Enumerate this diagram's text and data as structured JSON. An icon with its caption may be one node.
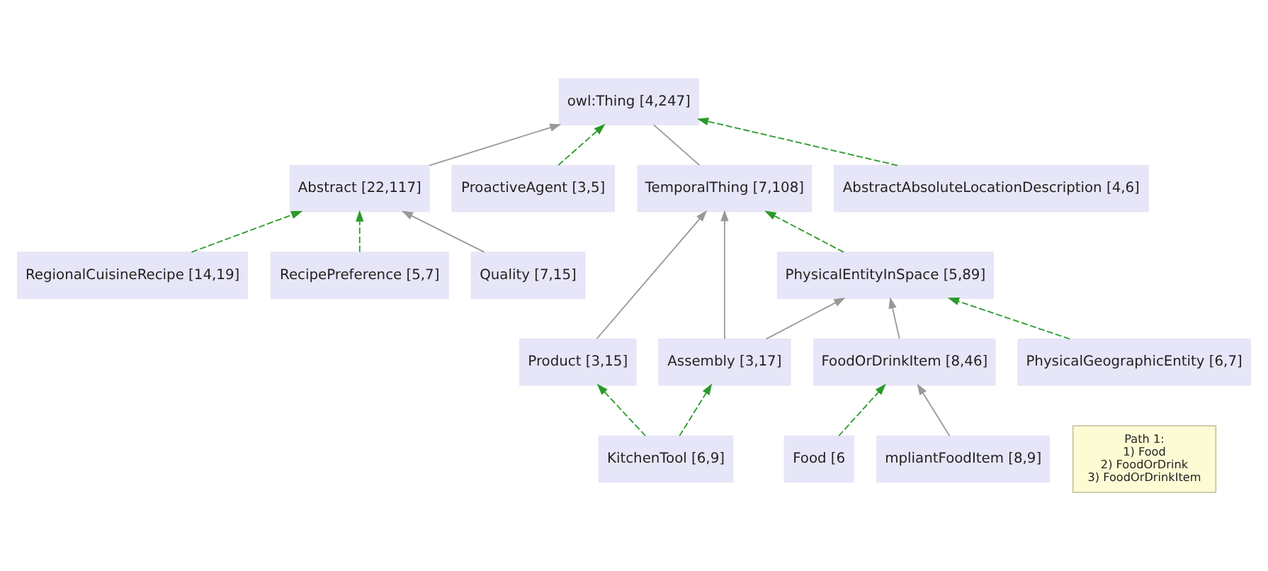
{
  "diagram": {
    "nodes": [
      {
        "text": [
          "owl:Thing [4,247]"
        ]
      },
      {
        "text": [
          "Abstract [22,117]"
        ]
      },
      {
        "text": [
          "ProactiveAgent [3,5]"
        ]
      },
      {
        "text": [
          "TemporalThing [7,108]"
        ]
      },
      {
        "text": [
          "AbstractAbsoluteLocationDescription [4,6]"
        ]
      },
      {
        "text": [
          "RegionalCuisineRecipe [14,19]"
        ]
      },
      {
        "text": [
          "PhysicalEntityInSpace [5,89]"
        ]
      },
      {
        "text": [
          "Product [3,15]"
        ]
      },
      {
        "text": [
          "RecipePreference [5,7]"
        ]
      },
      {
        "text": [
          "Assembly [3,17]"
        ]
      },
      {
        "text": [
          "FoodOrDrinkItem [8,46]"
        ]
      },
      {
        "text": [
          "Quality [7,15]"
        ]
      },
      {
        "text": [
          "KitchenTool [6,9]"
        ]
      },
      {
        "text": [
          "Food [6"
        ]
      },
      {
        "text": [
          "mpliantFoodItem [8,9]"
        ]
      },
      {
        "text": [
          "PhysicalGeographicEntity [6,7]"
        ]
      },
      {
        "text": [
          "Path 1:",
          "1) Food",
          "2) FoodOrDrink",
          "3) FoodOrDrinkItem"
        ]
      }
    ],
    "edges": [
      {
        "from": 1,
        "to": 0,
        "arrow": "to",
        "color": "#999999"
      },
      {
        "from": 4,
        "to": 0,
        "arrow": "to",
        "style": "dashed"
      },
      {
        "from": 2,
        "to": 0,
        "arrow": "to",
        "style": "dashed"
      },
      {
        "from": 3,
        "to": 0,
        "arrow": "none",
        "color": "#999999"
      },
      {
        "from": 11,
        "to": 1,
        "arrow": "to",
        "color": "#999999"
      },
      {
        "from": 8,
        "to": 1,
        "arrow": "to",
        "style": "dashed"
      },
      {
        "from": 5,
        "to": 1,
        "arrow": "to",
        "style": "dashed"
      },
      {
        "from": 9,
        "to": 3,
        "arrow": "to",
        "color": "#999999"
      },
      {
        "from": 6,
        "to": 3,
        "arrow": "to",
        "style": "dashed"
      },
      {
        "from": 7,
        "to": 3,
        "arrow": "to",
        "color": "#999999"
      },
      {
        "from": 9,
        "to": 6,
        "arrow": "to",
        "color": "#999999"
      },
      {
        "from": 10,
        "to": 6,
        "arrow": "to",
        "color": "#999999"
      },
      {
        "from": 15,
        "to": 6,
        "arrow": "to",
        "style": "dashed"
      },
      {
        "from": 12,
        "to": 7,
        "arrow": "to",
        "style": "dashed"
      },
      {
        "from": 12,
        "to": 9,
        "arrow": "to",
        "style": "dashed"
      },
      {
        "from": 13,
        "to": 10,
        "arrow": "to",
        "style": "dashed"
      },
      {
        "from": 14,
        "to": 10,
        "arrow": "to",
        "color": "#999999"
      }
    ]
  }
}
